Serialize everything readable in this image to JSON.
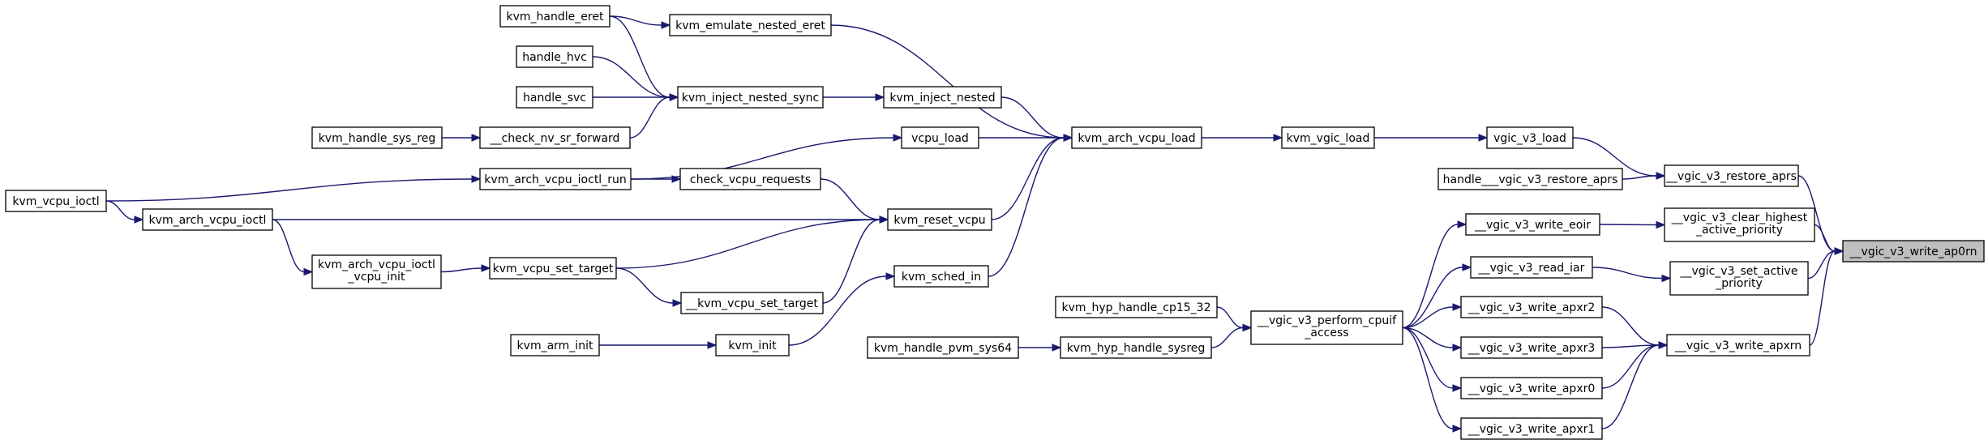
{
  "colors": {
    "edge": "#191970",
    "node_border": "#000000",
    "root_fill": "#bfbfbf",
    "node_fill": "#ffffff"
  },
  "nodes": {
    "ap0rn": [
      "__vgic_v3_write_ap0rn"
    ],
    "restore_aprs": [
      "__vgic_v3_restore_aprs"
    ],
    "clear_highest": [
      "__vgic_v3_clear_highest",
      "_active_priority"
    ],
    "set_active": [
      "__vgic_v3_set_active",
      "_priority"
    ],
    "write_apxrn": [
      "__vgic_v3_write_apxrn"
    ],
    "vgic_v3_load": [
      "vgic_v3_load"
    ],
    "handle_restore_aprs": [
      "handle___vgic_v3_restore_aprs"
    ],
    "write_eoir": [
      "__vgic_v3_write_eoir"
    ],
    "read_iar": [
      "__vgic_v3_read_iar"
    ],
    "apxr2": [
      "__vgic_v3_write_apxr2"
    ],
    "apxr3": [
      "__vgic_v3_write_apxr3"
    ],
    "apxr0": [
      "__vgic_v3_write_apxr0"
    ],
    "apxr1": [
      "__vgic_v3_write_apxr1"
    ],
    "cpuif": [
      "__vgic_v3_perform_cpuif",
      "_access"
    ],
    "kvm_vgic_load": [
      "kvm_vgic_load"
    ],
    "cp15_32": [
      "kvm_hyp_handle_cp15_32"
    ],
    "sysreg": [
      "kvm_hyp_handle_sysreg"
    ],
    "pvm_sys64": [
      "kvm_handle_pvm_sys64"
    ],
    "vcpu_load_arch": [
      "kvm_arch_vcpu_load"
    ],
    "emulate_nested_eret": [
      "kvm_emulate_nested_eret"
    ],
    "inject_nested": [
      "kvm_inject_nested"
    ],
    "vcpu_load": [
      "vcpu_load"
    ],
    "reset_vcpu": [
      "kvm_reset_vcpu"
    ],
    "sched_in": [
      "kvm_sched_in"
    ],
    "handle_eret": [
      "kvm_handle_eret"
    ],
    "handle_hvc": [
      "handle_hvc"
    ],
    "handle_svc": [
      "handle_svc"
    ],
    "inject_nested_sync": [
      "kvm_inject_nested_sync"
    ],
    "check_nv_sr": [
      "__check_nv_sr_forward"
    ],
    "handle_sys_reg": [
      "kvm_handle_sys_reg"
    ],
    "ioctl_run": [
      "kvm_arch_vcpu_ioctl_run"
    ],
    "check_vcpu_requests": [
      "check_vcpu_requests"
    ],
    "vcpu_ioctl": [
      "kvm_vcpu_ioctl"
    ],
    "arch_vcpu_ioctl": [
      "kvm_arch_vcpu_ioctl"
    ],
    "ioctl_vcpu_init": [
      "kvm_arch_vcpu_ioctl",
      "_vcpu_init"
    ],
    "vcpu_set_target": [
      "kvm_vcpu_set_target"
    ],
    "__vcpu_set_target": [
      "__kvm_vcpu_set_target"
    ],
    "kvm_init": [
      "kvm_init"
    ],
    "kvm_arm_init": [
      "kvm_arm_init"
    ]
  },
  "edges": [
    [
      "restore_aprs",
      "ap0rn"
    ],
    [
      "clear_highest",
      "ap0rn"
    ],
    [
      "set_active",
      "ap0rn"
    ],
    [
      "write_apxrn",
      "ap0rn"
    ],
    [
      "vgic_v3_load",
      "restore_aprs"
    ],
    [
      "handle_restore_aprs",
      "restore_aprs"
    ],
    [
      "write_eoir",
      "clear_highest"
    ],
    [
      "read_iar",
      "set_active"
    ],
    [
      "apxr2",
      "write_apxrn"
    ],
    [
      "apxr3",
      "write_apxrn"
    ],
    [
      "apxr0",
      "write_apxrn"
    ],
    [
      "apxr1",
      "write_apxrn"
    ],
    [
      "kvm_vgic_load",
      "vgic_v3_load"
    ],
    [
      "cpuif",
      "write_eoir"
    ],
    [
      "cpuif",
      "read_iar"
    ],
    [
      "cpuif",
      "apxr2"
    ],
    [
      "cpuif",
      "apxr3"
    ],
    [
      "cpuif",
      "apxr0"
    ],
    [
      "cpuif",
      "apxr1"
    ],
    [
      "cp15_32",
      "cpuif"
    ],
    [
      "sysreg",
      "cpuif"
    ],
    [
      "pvm_sys64",
      "sysreg"
    ],
    [
      "vcpu_load_arch",
      "kvm_vgic_load"
    ],
    [
      "emulate_nested_eret",
      "vcpu_load_arch"
    ],
    [
      "inject_nested",
      "vcpu_load_arch"
    ],
    [
      "vcpu_load",
      "vcpu_load_arch"
    ],
    [
      "reset_vcpu",
      "vcpu_load_arch"
    ],
    [
      "sched_in",
      "vcpu_load_arch"
    ],
    [
      "handle_eret",
      "emulate_nested_eret"
    ],
    [
      "handle_eret",
      "inject_nested_sync"
    ],
    [
      "handle_hvc",
      "inject_nested_sync"
    ],
    [
      "handle_svc",
      "inject_nested_sync"
    ],
    [
      "check_nv_sr",
      "inject_nested_sync"
    ],
    [
      "inject_nested_sync",
      "inject_nested"
    ],
    [
      "handle_sys_reg",
      "check_nv_sr"
    ],
    [
      "ioctl_run",
      "vcpu_load"
    ],
    [
      "ioctl_run",
      "check_vcpu_requests"
    ],
    [
      "check_vcpu_requests",
      "reset_vcpu"
    ],
    [
      "vcpu_ioctl",
      "ioctl_run"
    ],
    [
      "vcpu_ioctl",
      "arch_vcpu_ioctl"
    ],
    [
      "arch_vcpu_ioctl",
      "reset_vcpu"
    ],
    [
      "arch_vcpu_ioctl",
      "ioctl_vcpu_init"
    ],
    [
      "ioctl_vcpu_init",
      "vcpu_set_target"
    ],
    [
      "vcpu_set_target",
      "reset_vcpu"
    ],
    [
      "vcpu_set_target",
      "__vcpu_set_target"
    ],
    [
      "__vcpu_set_target",
      "reset_vcpu"
    ],
    [
      "kvm_init",
      "sched_in"
    ],
    [
      "kvm_arm_init",
      "kvm_init"
    ]
  ]
}
